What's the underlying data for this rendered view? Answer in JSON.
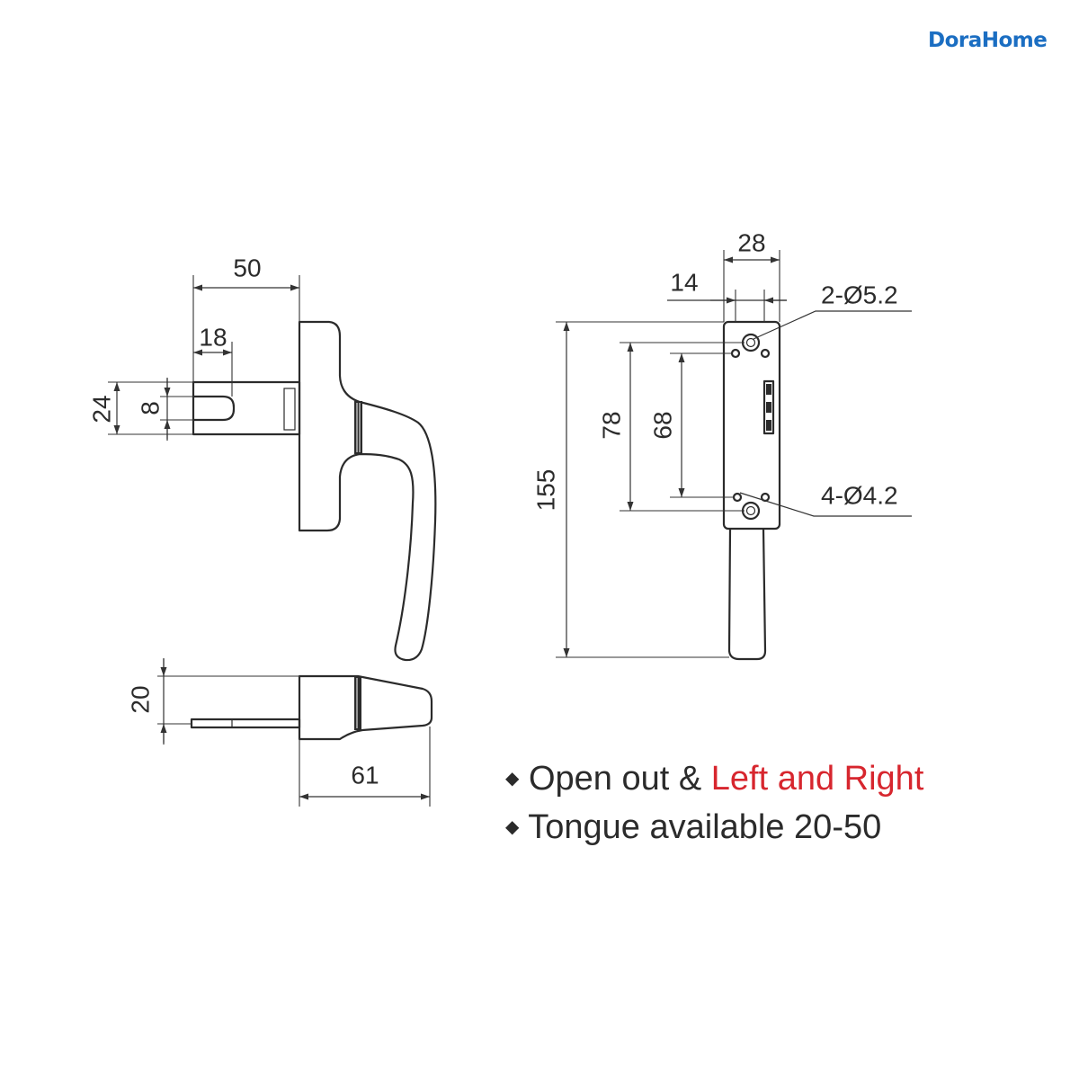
{
  "brand": {
    "logo_text": "DoraHome"
  },
  "dimensions": {
    "tongue_length": "50",
    "slot_length": "18",
    "tongue_width": "24",
    "slot_width": "8",
    "handle_thickness": "20",
    "handle_depth": "61",
    "plate_width": "28",
    "plate_offset": "14",
    "large_holes": "2-Ø5.2",
    "outer_hole_spacing": "78",
    "inner_hole_spacing": "68",
    "overall_length": "155",
    "small_holes": "4-Ø4.2"
  },
  "features": [
    {
      "bullet": "◆",
      "text": "Open out &",
      "highlight": "Left and Right"
    },
    {
      "bullet": "◆",
      "text": "Tongue available 20-50"
    }
  ],
  "colors": {
    "logo": "#1b6ec2",
    "highlight": "#d7262e",
    "line": "#2b2b2b"
  }
}
